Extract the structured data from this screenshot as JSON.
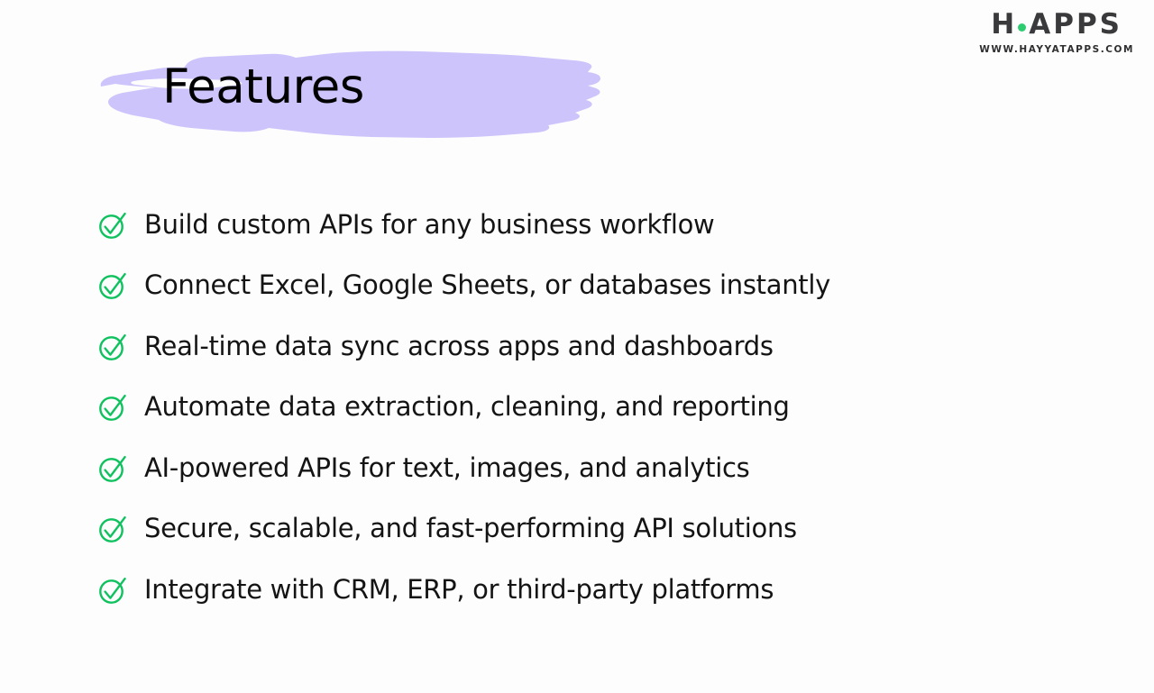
{
  "brand": {
    "name_part1": "H",
    "name_part2": "APPS",
    "website": "WWW.HAYYATAPPS.COM",
    "dot_color": "#2ecc71",
    "text_color": "#3a3a3c"
  },
  "header": {
    "title": "Features",
    "highlight_color": "#ccc4fb",
    "title_color": "#000000"
  },
  "features": {
    "icon_name": "check-circle-icon",
    "icon_color": "#10c15f",
    "items": [
      {
        "label": "Build custom APIs for any business workflow"
      },
      {
        "label": "Connect Excel, Google Sheets, or databases instantly"
      },
      {
        "label": "Real-time data sync across apps and dashboards"
      },
      {
        "label": "Automate data extraction, cleaning, and reporting"
      },
      {
        "label": "AI-powered APIs for text, images, and analytics"
      },
      {
        "label": "Secure, scalable, and fast-performing API solutions"
      },
      {
        "label": "Integrate with CRM, ERP, or third-party platforms"
      }
    ]
  },
  "canvas": {
    "background_color": "#fdfdfd"
  }
}
